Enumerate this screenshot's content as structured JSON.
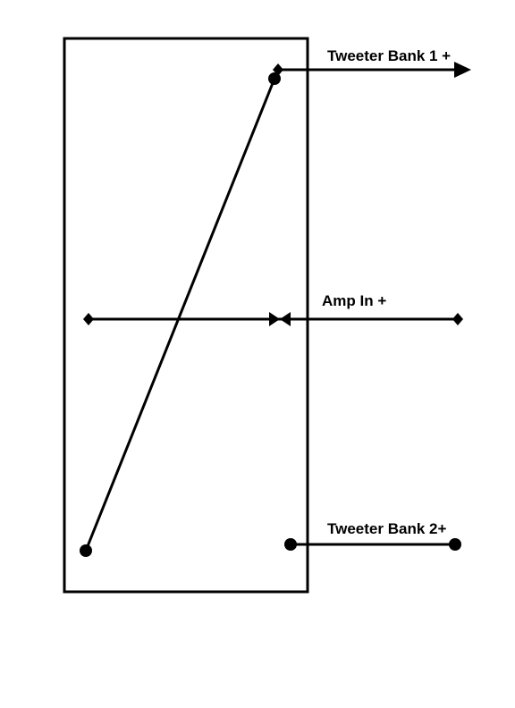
{
  "labels": {
    "tweeter_bank_1": "Tweeter Bank 1 +",
    "amp_in": "Amp In +",
    "tweeter_bank_2": "Tweeter Bank 2+"
  },
  "icons": {
    "terminal": "filled-circle",
    "junction": "filled-diamond",
    "output": "arrowhead"
  },
  "colors": {
    "stroke": "#000000",
    "background": "#ffffff"
  }
}
